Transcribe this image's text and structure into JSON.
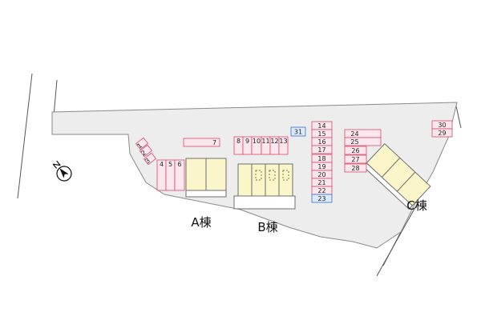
{
  "colors": {
    "lot": "#ededed",
    "lot_edge": "#8a8a8a",
    "stall_fill": "#fde7ee",
    "stall_edge": "#d64b6b",
    "accessible_fill": "#dbeafc",
    "accessible_edge": "#3b6fc2",
    "building_fill": "#fbf6c9",
    "building_edge": "#6f6f6f",
    "road_line": "#555555"
  },
  "icons": {
    "north_arrow": "north-arrow-icon"
  },
  "buildings": [
    {
      "id": "A",
      "label": "A棟"
    },
    {
      "id": "B",
      "label": "B棟"
    },
    {
      "id": "C",
      "label": "C棟"
    }
  ],
  "stalls": [
    {
      "number": "1",
      "type": "standard"
    },
    {
      "number": "2",
      "type": "standard"
    },
    {
      "number": "3",
      "type": "standard"
    },
    {
      "number": "4",
      "type": "standard"
    },
    {
      "number": "5",
      "type": "standard"
    },
    {
      "number": "6",
      "type": "standard"
    },
    {
      "number": "7",
      "type": "standard"
    },
    {
      "number": "8",
      "type": "standard"
    },
    {
      "number": "9",
      "type": "standard"
    },
    {
      "number": "10",
      "type": "standard"
    },
    {
      "number": "11",
      "type": "standard"
    },
    {
      "number": "12",
      "type": "standard"
    },
    {
      "number": "13",
      "type": "standard"
    },
    {
      "number": "31",
      "type": "accessible"
    },
    {
      "number": "14",
      "type": "standard"
    },
    {
      "number": "15",
      "type": "standard"
    },
    {
      "number": "16",
      "type": "standard"
    },
    {
      "number": "17",
      "type": "standard"
    },
    {
      "number": "18",
      "type": "standard"
    },
    {
      "number": "19",
      "type": "standard"
    },
    {
      "number": "20",
      "type": "standard"
    },
    {
      "number": "21",
      "type": "standard"
    },
    {
      "number": "22",
      "type": "standard"
    },
    {
      "number": "23",
      "type": "accessible"
    },
    {
      "number": "24",
      "type": "standard"
    },
    {
      "number": "25",
      "type": "standard"
    },
    {
      "number": "26",
      "type": "standard"
    },
    {
      "number": "27",
      "type": "standard"
    },
    {
      "number": "28",
      "type": "standard"
    },
    {
      "number": "30",
      "type": "standard"
    },
    {
      "number": "29",
      "type": "standard"
    }
  ]
}
